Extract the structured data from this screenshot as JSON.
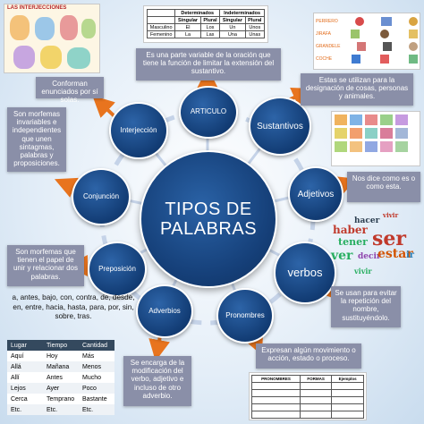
{
  "center": {
    "line1": "TIPOS DE",
    "line2": "PALABRAS"
  },
  "nodes": {
    "articulo": "ARTICULO",
    "sustantivos": "Sustantivos",
    "adjetivos": "Adjetivos",
    "verbos": "verbos",
    "pronombres": "Pronombres",
    "adverbios": "Adverbios",
    "preposicion": "Preposición",
    "conjuncion": "Conjunción",
    "interjeccion": "Interjección"
  },
  "descriptions": {
    "articulo": "Es una parte variable de la oración que tiene la función de limitar la extensión del sustantivo.",
    "sustantivos": "Estas se utilizan para la designación de cosas, personas y animales.",
    "adjetivos": "Nos dice como es o como esta.",
    "verbos": "Se usan para evitar la repetición del nombre, sustituyéndolo.",
    "pronombres": "Expresan algún movimiento o acción, estado o proceso.",
    "adverbios": "Se encarga de la modificación del verbo, adjetivo e incluso de otro adverbio.",
    "preposicion": "Son morfemas que tienen el papel de unir y relacionar dos palabras.",
    "conjuncion": "Son morfemas invariables e independientes que unen sintagmas, palabras y proposiciones.",
    "interjeccion": "Conforman enunciados por sí solas."
  },
  "preposiciones": "a, antes, bajo, con, contra, de, desde, en, entre, hacia, hasta, para, por, sin, sobre, tras.",
  "interjecciones_title": "LAS INTERJECCIONES",
  "article_table": {
    "headers": [
      "",
      "Determinados",
      "",
      "Indeterminados",
      ""
    ],
    "subheaders": [
      "",
      "Singular",
      "Plural",
      "Singular",
      "Plural"
    ],
    "rows": [
      [
        "Masculino",
        "El",
        "Los",
        "Un",
        "Unos"
      ],
      [
        "Femenino",
        "La",
        "Las",
        "Una",
        "Unas"
      ]
    ]
  },
  "noun_labels": [
    "PERRERO",
    "JIRAFA",
    "GRANDELE",
    "COCHE"
  ],
  "verb_words": [
    "vivir",
    "hacer",
    "haber",
    "tener",
    "ser",
    "ver",
    "decir",
    "estar",
    "ir",
    "vivir"
  ],
  "adverb_table": {
    "headers": [
      "Lugar",
      "Tiempo",
      "Cantidad"
    ],
    "rows": [
      [
        "Aquí",
        "Hoy",
        "Más"
      ],
      [
        "Allá",
        "Mañana",
        "Menos"
      ],
      [
        "Allí",
        "Antes",
        "Mucho"
      ],
      [
        "Lejos",
        "Ayer",
        "Poco"
      ],
      [
        "Cerca",
        "Temprano",
        "Bastante"
      ],
      [
        "Etc.",
        "Etc.",
        "Etc."
      ]
    ]
  },
  "pronoun_table": {
    "headers": [
      "PRONOMBRES",
      "FORMAS",
      "Ejemplos"
    ]
  },
  "colors": {
    "node": "#153f78",
    "box": "#8a8fa8",
    "arrow": "#e8741e",
    "ring": "#c9d6ea"
  }
}
